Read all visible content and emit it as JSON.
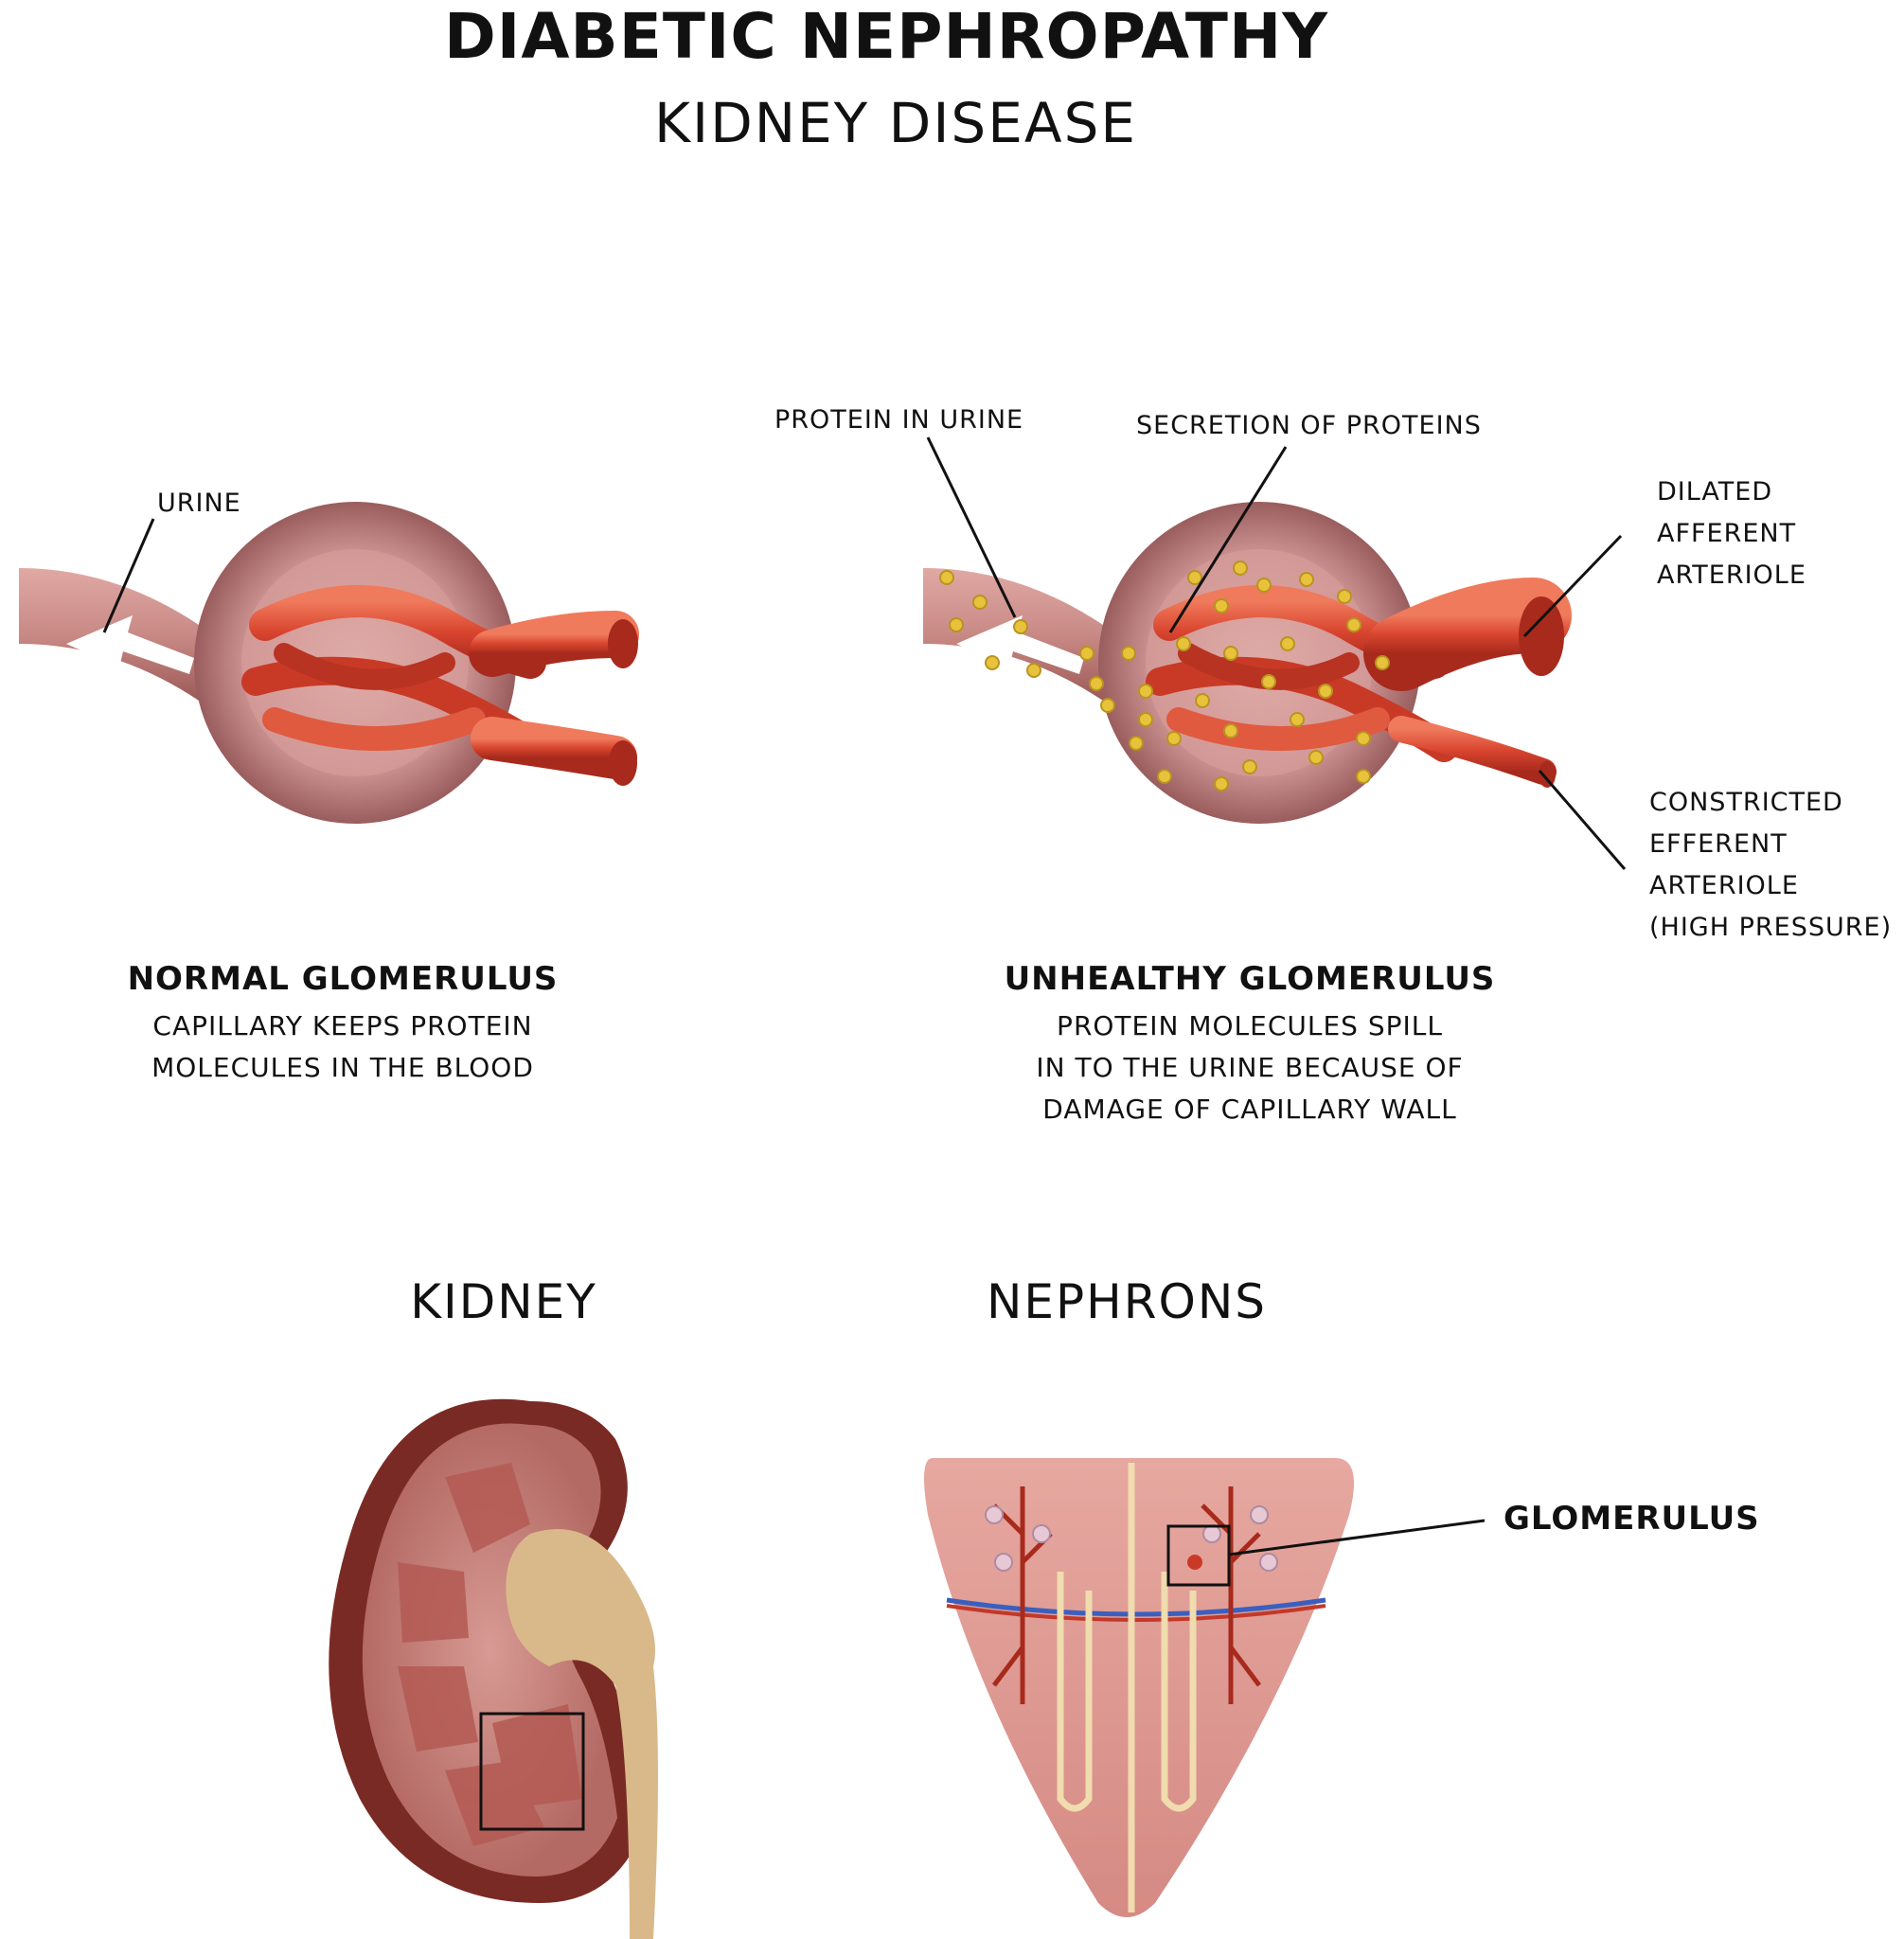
{
  "header": {
    "title": "DIABETIC NEPHROPATHY",
    "subtitle": "KIDNEY DISEASE"
  },
  "normal": {
    "label_urine": "URINE",
    "heading": "NORMAL GLOMERULUS",
    "desc": [
      "CAPILLARY KEEPS PROTEIN",
      "MOLECULES IN THE BLOOD"
    ]
  },
  "unhealthy": {
    "label_protein_urine": "PROTEIN IN URINE",
    "label_secretion": "SECRETION OF PROTEINS",
    "label_dilated": [
      "DILATED",
      "AFFERENT",
      "ARTERIOLE"
    ],
    "label_constricted": [
      "CONSTRICTED",
      "EFFERENT",
      "ARTERIOLE",
      "(HIGH PRESSURE)"
    ],
    "heading": "UNHEALTHY GLOMERULUS",
    "desc": [
      "PROTEIN MOLECULES SPILL",
      "IN TO THE URINE BECAUSE OF",
      "DAMAGE OF CAPILLARY WALL"
    ]
  },
  "kidney": {
    "heading": "KIDNEY"
  },
  "nephrons": {
    "heading": "NEPHRONS",
    "label_glomerulus": "GLOMERULUS"
  },
  "colors": {
    "capsule": "#c98f8f",
    "vessel": "#d9452f",
    "vessel_dark": "#a82a1c",
    "protein": "#e8c23a",
    "kidney_outer": "#7a2a24",
    "kidney_cortex": "#c27a74",
    "pelvis": "#d9b98a"
  }
}
